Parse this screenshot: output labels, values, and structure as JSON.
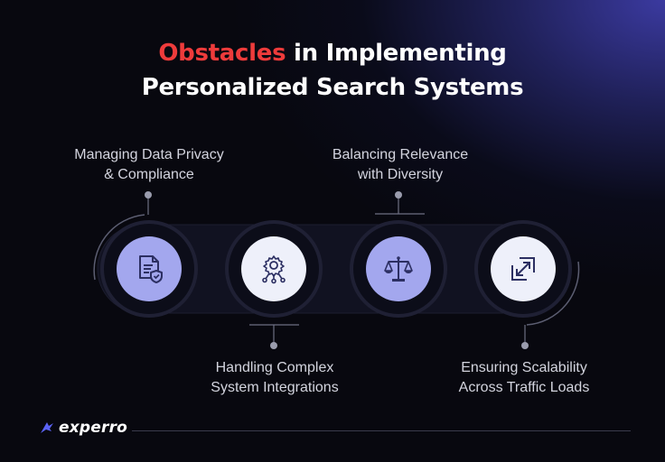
{
  "title": {
    "highlight": "Obstacles",
    "line1_rest": " in Implementing",
    "line2": "Personalized Search Systems"
  },
  "steps": [
    {
      "label_line1": "Managing Data Privacy",
      "label_line2": "& Compliance",
      "icon": "document-shield-icon"
    },
    {
      "label_line1": "Handling Complex",
      "label_line2": "System Integrations",
      "icon": "gear-network-icon"
    },
    {
      "label_line1": "Balancing Relevance",
      "label_line2": "with Diversity",
      "icon": "scale-balance-icon"
    },
    {
      "label_line1": "Ensuring Scalability",
      "label_line2": "Across Traffic Loads",
      "icon": "expand-arrows-icon"
    }
  ],
  "brand": {
    "name": "experro",
    "logo": "experro-logo-icon"
  },
  "colors": {
    "accent_red": "#ee3b3b",
    "node_purple": "#a3a7ee",
    "node_light": "#eef0fa",
    "icon_dark": "#2c2f62",
    "background": "#08080f",
    "brand_blue": "#5b63f5"
  }
}
